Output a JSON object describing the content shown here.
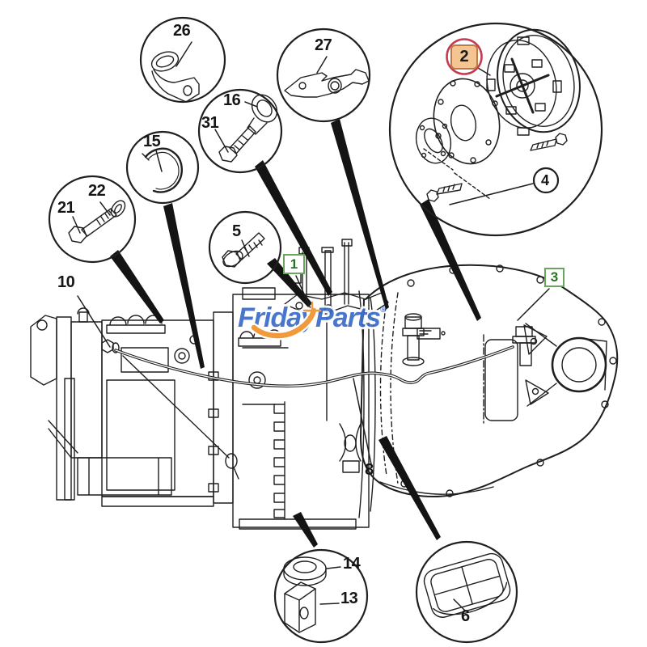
{
  "watermark": {
    "text": "FridayParts",
    "registered": "®"
  },
  "labels": {
    "n26": "26",
    "n27": "27",
    "n16": "16",
    "n31": "31",
    "n15": "15",
    "n22": "22",
    "n21": "21",
    "n5": "5",
    "n4": "4",
    "n2": "2",
    "n1": "1",
    "n3": "3",
    "n10": "10",
    "n8": "8",
    "n14": "14",
    "n13": "13",
    "n6": "6"
  },
  "colors": {
    "line": "#1f1f1f",
    "highlight_box_fill": "#f4c492",
    "highlight_box_border": "#bc7a44",
    "highlight_circle_red": "#c23b50",
    "green_label_text": "#267326",
    "green_label_border": "#6aa55f",
    "watermark_blue": "#3b6cc9",
    "watermark_orange": "#f09a3c"
  }
}
